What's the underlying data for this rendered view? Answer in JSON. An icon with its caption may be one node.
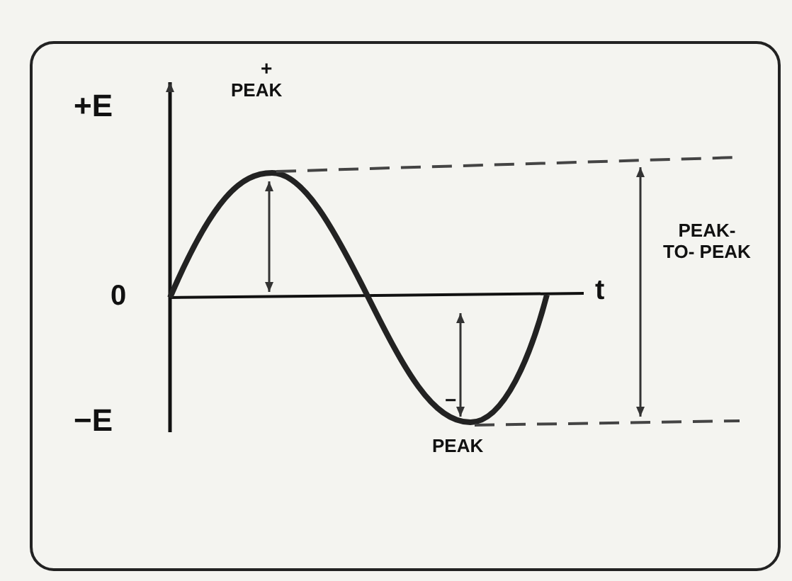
{
  "diagram": {
    "labels": [
      "+",
      "PEAK",
      "+E",
      "0",
      "t",
      "PEAK- TO- PEAK",
      "−",
      "−E",
      "PEAK"
    ]
  }
}
